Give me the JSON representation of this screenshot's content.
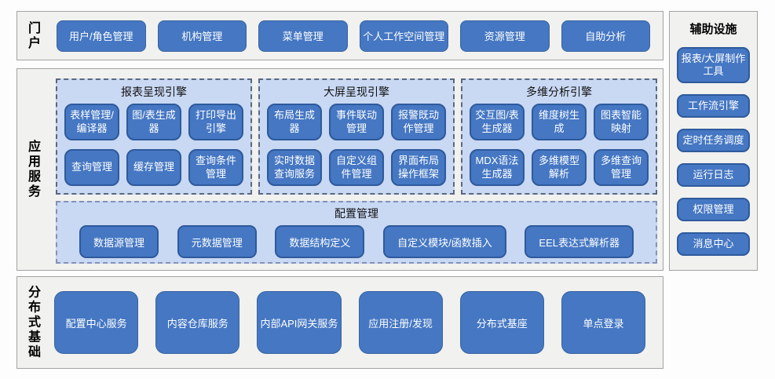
{
  "portal": {
    "label": "门户",
    "buttons": [
      "用户/角色管理",
      "机构管理",
      "菜单管理",
      "个人工作空间管理",
      "资源管理",
      "自助分析"
    ]
  },
  "app_services": {
    "label": "应用服务",
    "engines": [
      {
        "title": "报表呈现引擎",
        "buttons": [
          "表样管理/编译器",
          "图/表生成器",
          "打印导出引擎",
          "查询管理",
          "缓存管理",
          "查询条件管理"
        ]
      },
      {
        "title": "大屏呈现引擎",
        "buttons": [
          "布局生成器",
          "事件联动管理",
          "报警既动作管理",
          "实时数据查询服务",
          "自定义组件管理",
          "界面布局操作框架"
        ]
      },
      {
        "title": "多维分析引擎",
        "buttons": [
          "交互图/表生成器",
          "维度树生成",
          "图表智能映射",
          "MDX语法生成器",
          "多维模型解析",
          "多维查询管理"
        ]
      }
    ],
    "config": {
      "title": "配置管理",
      "buttons": [
        "数据源管理",
        "元数据管理",
        "数据结构定义",
        "自定义模块/函数插入",
        "EEL表达式解析器"
      ]
    }
  },
  "distributed": {
    "label": "分布式基础",
    "buttons": [
      "配置中心服务",
      "内容仓库服务",
      "内部API网关服务",
      "应用注册/发现",
      "分布式基座",
      "单点登录"
    ]
  },
  "auxiliary": {
    "title": "辅助设施",
    "buttons": [
      "报表/大屏制作工具",
      "工作流引擎",
      "定时任务调度",
      "运行日志",
      "权限管理",
      "消息中心"
    ]
  },
  "colors": {
    "button_fill": "#4577c3",
    "button_border_dark": "#2e5a9b",
    "panel_bg": "#f1f1ef",
    "panel_border": "#a3a3a3",
    "engine_box_bg": "#c9d8f3",
    "engine_dash_border": "#5a6780",
    "config_dash_border": "#8392b8",
    "button_text": "#ffffff"
  }
}
